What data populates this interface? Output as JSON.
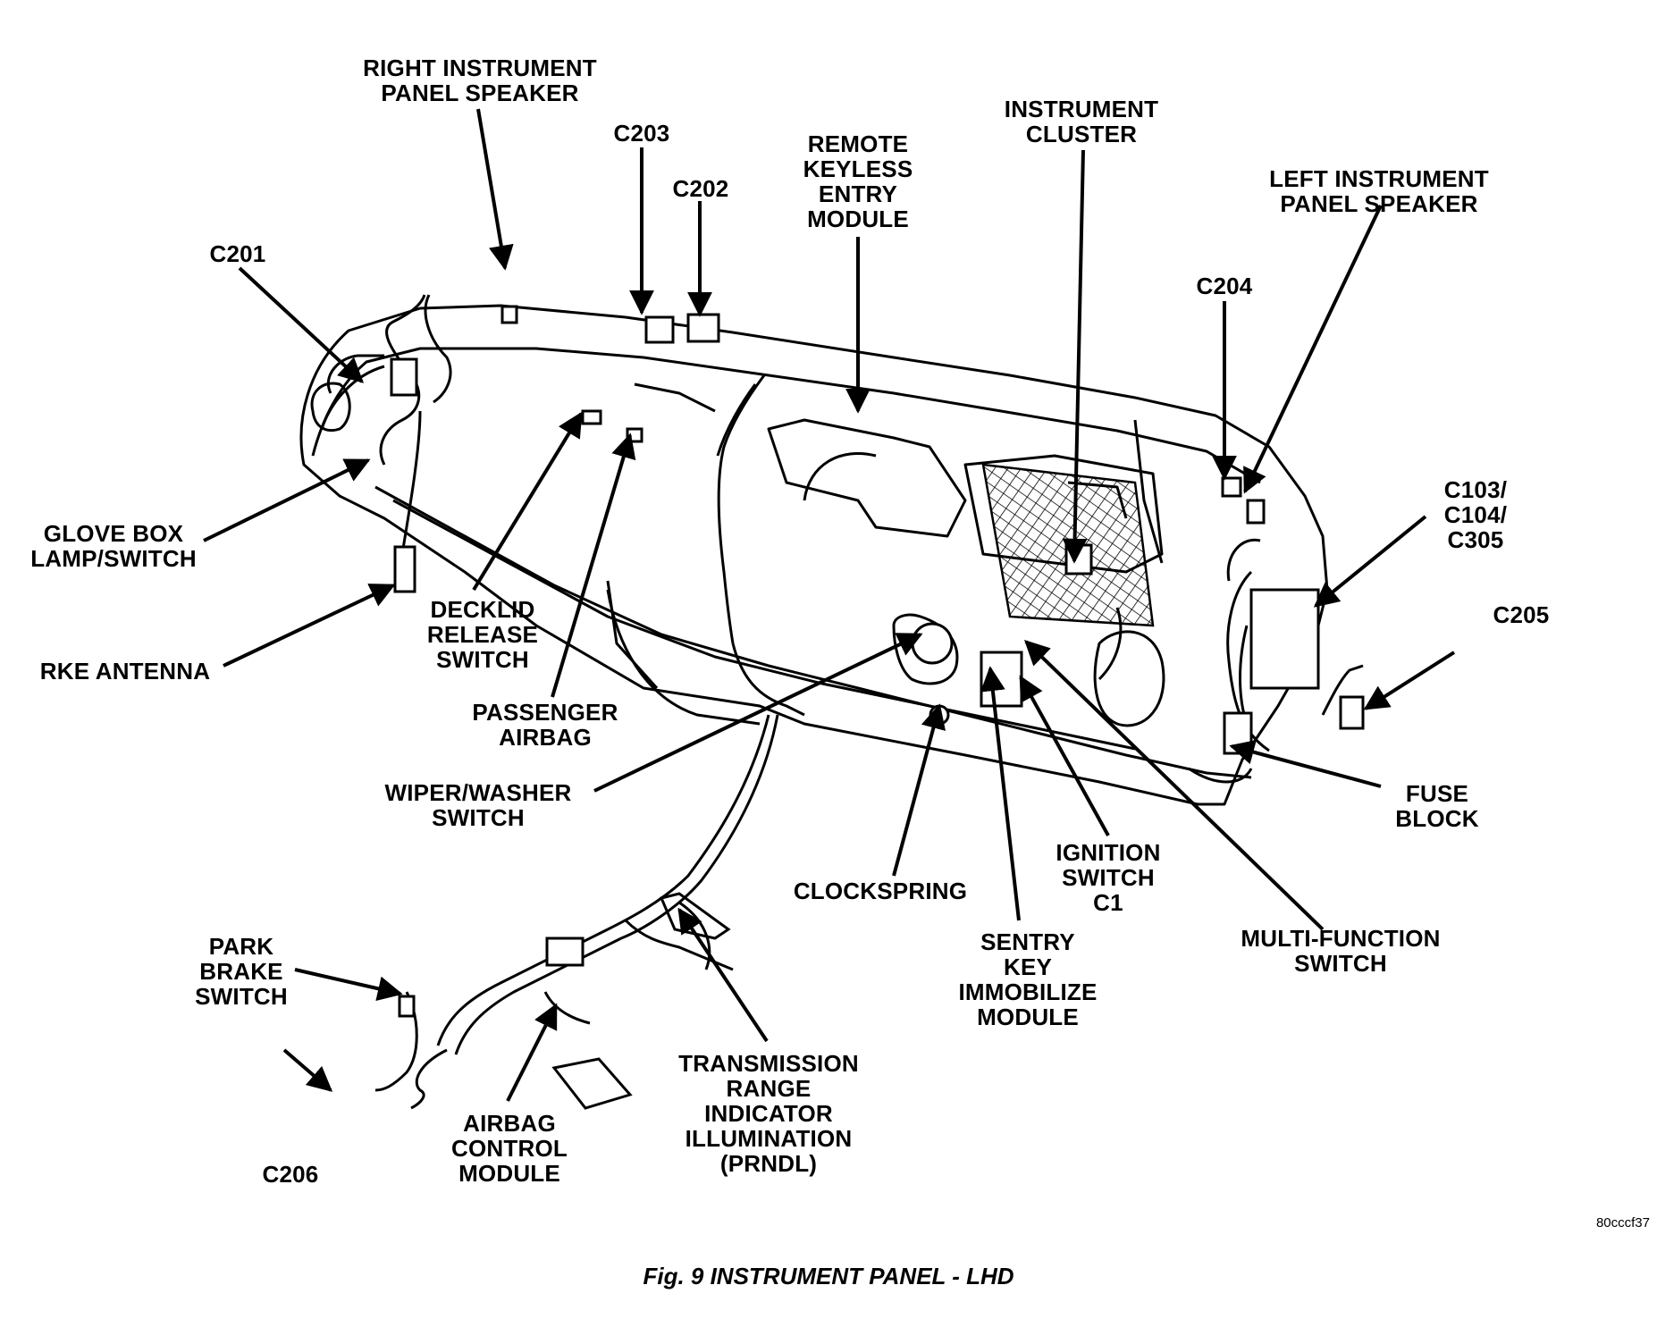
{
  "caption": "Fig. 9 INSTRUMENT PANEL - LHD",
  "code": "80cccf37",
  "labels": {
    "right_ip_speaker": [
      "RIGHT INSTRUMENT",
      "PANEL SPEAKER"
    ],
    "c203": [
      "C203"
    ],
    "c202": [
      "C202"
    ],
    "rke_module": [
      "REMOTE",
      "KEYLESS",
      "ENTRY",
      "MODULE"
    ],
    "instrument_cluster": [
      "INSTRUMENT",
      "CLUSTER"
    ],
    "left_ip_speaker": [
      "LEFT INSTRUMENT",
      "PANEL SPEAKER"
    ],
    "c201": [
      "C201"
    ],
    "c204": [
      "C204"
    ],
    "c103": [
      "C103/",
      "C104/",
      "C305"
    ],
    "c205": [
      "C205"
    ],
    "glove_box": [
      "GLOVE BOX",
      "LAMP/SWITCH"
    ],
    "rke_antenna": [
      "RKE ANTENNA"
    ],
    "decklid": [
      "DECKLID",
      "RELEASE",
      "SWITCH"
    ],
    "passenger_airbag": [
      "PASSENGER",
      "AIRBAG"
    ],
    "wiper_washer": [
      "WIPER/WASHER",
      "SWITCH"
    ],
    "clockspring": [
      "CLOCKSPRING"
    ],
    "ignition_switch": [
      "IGNITION",
      "SWITCH",
      "C1"
    ],
    "fuse_block": [
      "FUSE",
      "BLOCK"
    ],
    "multi_function": [
      "MULTI-FUNCTION",
      "SWITCH"
    ],
    "sentry_key": [
      "SENTRY",
      "KEY",
      "IMMOBILIZE",
      "MODULE"
    ],
    "park_brake": [
      "PARK",
      "BRAKE",
      "SWITCH"
    ],
    "c206": [
      "C206"
    ],
    "airbag_control": [
      "AIRBAG",
      "CONTROL",
      "MODULE"
    ],
    "prndl": [
      "TRANSMISSION",
      "RANGE",
      "INDICATOR",
      "ILLUMINATION",
      "(PRNDL)"
    ]
  }
}
